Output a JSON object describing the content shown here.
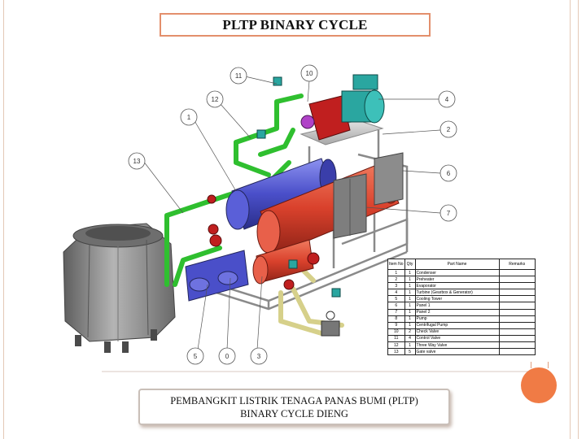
{
  "title": "PLTP BINARY CYCLE",
  "caption": {
    "line1": "PEMBANGKIT LISTRIK TENAGA PANAS BUMI (PLTP)",
    "line2": "BINARY CYCLE DIENG"
  },
  "callouts": [
    "11",
    "10",
    "12",
    "4",
    "1",
    "2",
    "13",
    "6",
    "7",
    "5",
    "0",
    "3"
  ],
  "parts_table": {
    "headers": [
      "Item No",
      "Qty",
      "Part Name",
      "Remarks"
    ],
    "rows": [
      [
        "1",
        "1",
        "Condenser",
        ""
      ],
      [
        "2",
        "1",
        "Preheater",
        ""
      ],
      [
        "3",
        "1",
        "Evaporator",
        ""
      ],
      [
        "4",
        "1",
        "Turbine (Gearbox & Generator)",
        ""
      ],
      [
        "5",
        "1",
        "Cooling Tower",
        ""
      ],
      [
        "6",
        "1",
        "Panel 1",
        ""
      ],
      [
        "7",
        "1",
        "Panel 2",
        ""
      ],
      [
        "8",
        "1",
        "Pump",
        ""
      ],
      [
        "9",
        "1",
        "Centrifugal Pump",
        ""
      ],
      [
        "10",
        "2",
        "Check Valve",
        ""
      ],
      [
        "11",
        "4",
        "Control Valve",
        ""
      ],
      [
        "12",
        "1",
        "Three Way Valve",
        ""
      ],
      [
        "13",
        "5",
        "Gate valve",
        ""
      ]
    ]
  },
  "colors": {
    "accent": "#f07b45",
    "title_border": "#e38f6c",
    "pipe_green": "#2fbf2f",
    "evaporator_red": "#d9412c",
    "condenser_blue": "#4a4fc9",
    "pipe_yellow": "#d6d08a",
    "tower_gray": "#8a8a8a",
    "turbine_teal": "#2aa6a0"
  }
}
